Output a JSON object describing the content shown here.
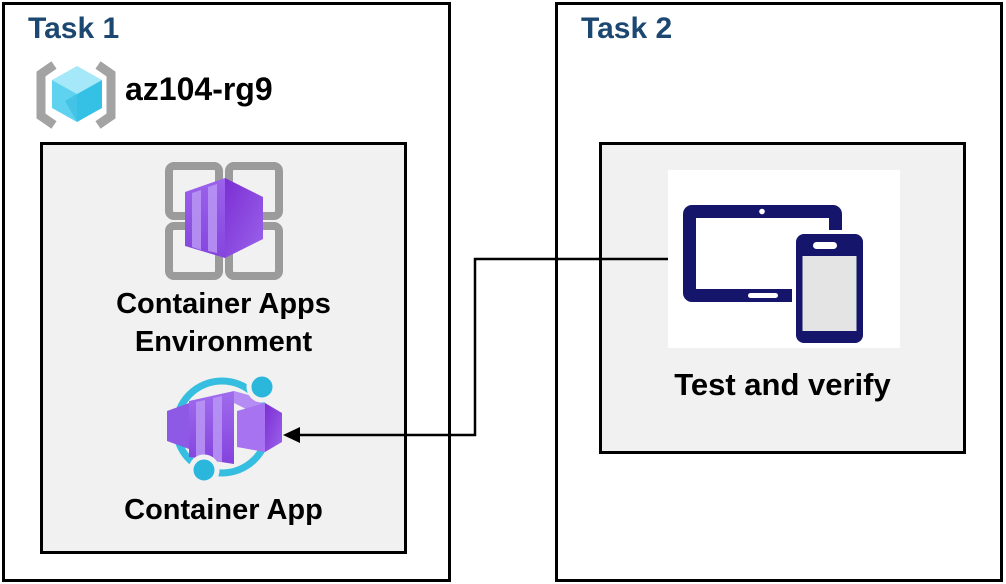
{
  "task1": {
    "title": "Task 1",
    "resource_group_name": "az104-rg9",
    "environment_label": "Container Apps Environment",
    "container_app_label": "Container App"
  },
  "task2": {
    "title": "Task 2",
    "test_label": "Test and verify"
  },
  "icons": {
    "resource_group": "resource-group-icon",
    "environment": "container-apps-environment-icon",
    "container_app": "container-app-icon",
    "devices": "tablet-phone-icon",
    "connector": "arrow-connector"
  },
  "colors": {
    "title_blue": "#1B4771",
    "label_black": "#000000",
    "panel_fill": "#F1F1F1",
    "panel_border": "#000000",
    "device_navy": "#15156B",
    "ring_cyan": "#35BEDF",
    "dot_cyan": "#2BB7DC",
    "purple_front": "#9059E6",
    "purple_stripe": "#BA97F4",
    "purple_dark": "#7B2ED2",
    "purple_light": "#A168F0",
    "cube_top": "#A5E8F9",
    "cube_left": "#5FD2F0",
    "cube_right": "#35C1E6",
    "bracket_gray": "#A3A3A3",
    "grid_gray": "#9B9B9B",
    "connector_black": "#000000"
  }
}
